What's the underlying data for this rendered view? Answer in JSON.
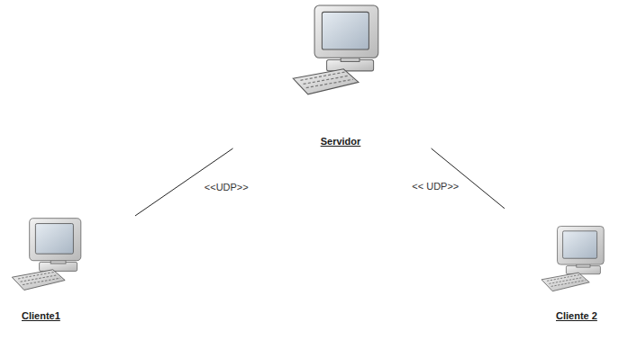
{
  "diagram": {
    "nodes": [
      {
        "text": [
          "Servidor"
        ]
      },
      {
        "text": [
          "Cliente1"
        ]
      },
      {
        "text": [
          "Cliente 2"
        ]
      }
    ],
    "edges": [
      {
        "from": 0,
        "to": 1,
        "arrow": "none",
        "label": "<<UDP>>"
      },
      {
        "from": 0,
        "to": 2,
        "arrow": "none",
        "label": "<< UDP>>"
      }
    ]
  }
}
